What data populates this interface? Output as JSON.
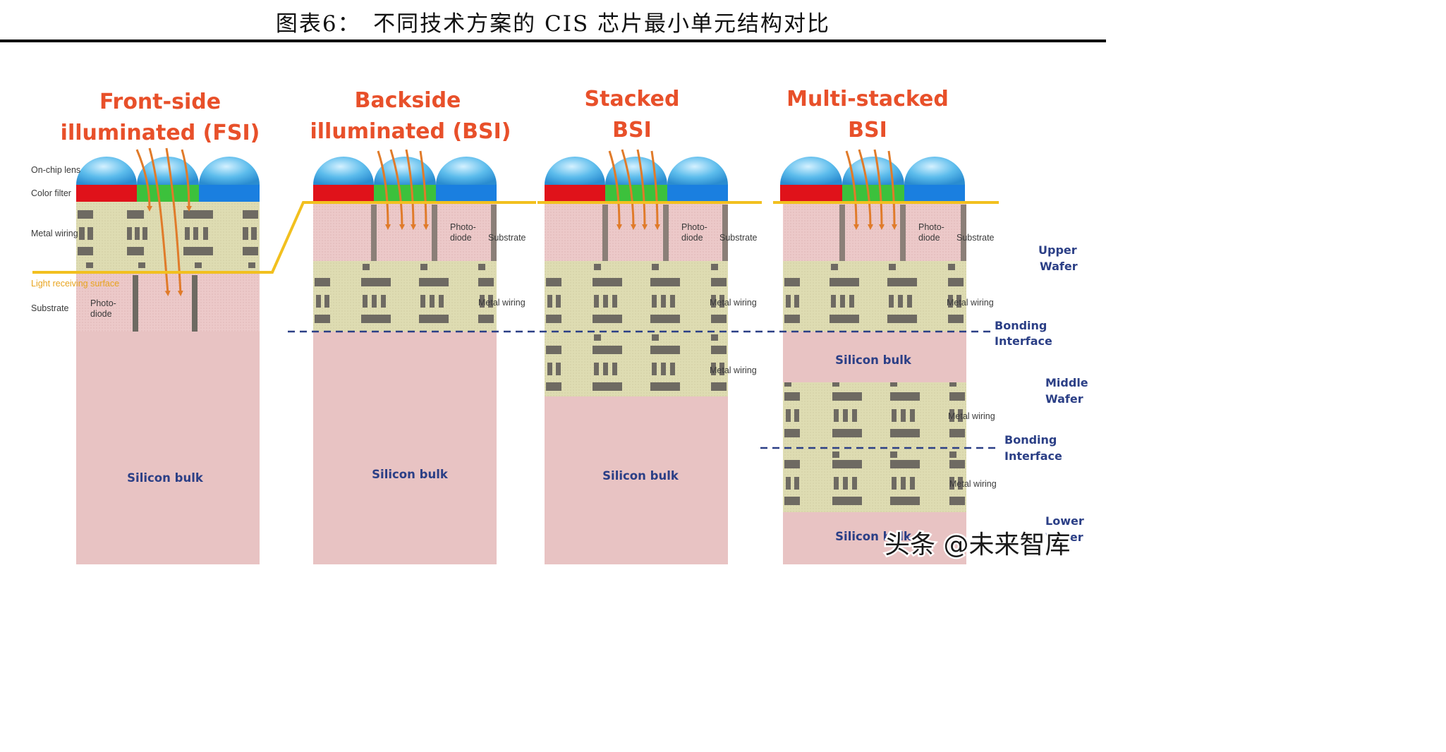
{
  "figure_title": "图表6：　不同技术方案的 CIS 芯片最小单元结构对比",
  "columns": [
    {
      "id": "fsi",
      "title_lines": [
        "Front-side",
        "illuminated (FSI)"
      ]
    },
    {
      "id": "bsi",
      "title_lines": [
        "Backside",
        "illuminated (BSI)"
      ]
    },
    {
      "id": "stacked",
      "title_lines": [
        "Stacked",
        "BSI"
      ]
    },
    {
      "id": "multi",
      "title_lines": [
        "Multi-stacked",
        "BSI"
      ]
    }
  ],
  "fsi_labels": {
    "lens": "On-chip lens",
    "filter": "Color filter",
    "metal": "Metal wiring",
    "light_surface": "Light receiving surface",
    "substrate": "Substrate",
    "photodiode_1": "Photo-",
    "photodiode_2": "diode"
  },
  "common_labels": {
    "photo_1": "Photo-",
    "photo_2": "diode",
    "substrate": "Substrate",
    "metal_wiring": "Metal wiring",
    "silicon_bulk": "Silicon bulk"
  },
  "side_labels": {
    "upper_wafer": [
      "Upper",
      "Wafer"
    ],
    "bonding_interface": [
      "Bonding",
      "Interface"
    ],
    "middle_wafer": [
      "Middle",
      "Wafer"
    ],
    "lower_wafer": [
      "Lower",
      "Wafer"
    ]
  },
  "watermark": "头条 @未来智库",
  "colors": {
    "title_orange": "#e8502a",
    "label_blue": "#2b3f86",
    "light_line": "#f2c01f",
    "arrow": "#e07b2a",
    "substrate_pink": "#ecc9c9",
    "metal_beige": "#dedcb2",
    "wire_gray": "#6e6a62",
    "filter_red": "#e0121a",
    "filter_green": "#3cc13c",
    "filter_blue": "#1a7fe0",
    "lens_blue": "#4fb0e8"
  }
}
